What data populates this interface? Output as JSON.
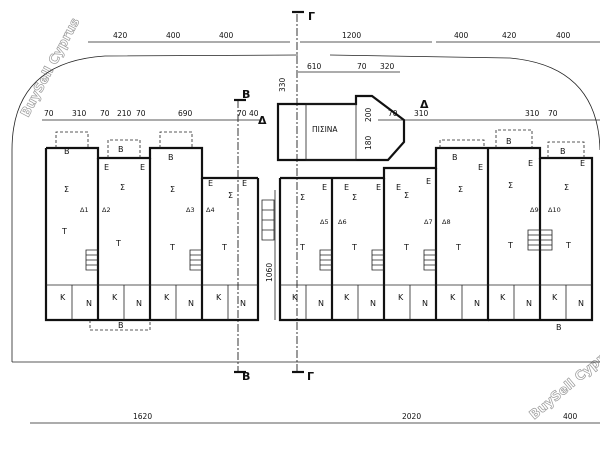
{
  "watermark": {
    "text": "BuySell Cyprus"
  },
  "sections": {
    "b": "B",
    "g": "Γ",
    "d": "Δ"
  },
  "pool": {
    "label": "ΠΙΣΙΝΑ"
  },
  "rooms": {
    "living": "Σ",
    "kitchen": "K",
    "wc": "N",
    "terrace": "T",
    "balcony": "B",
    "entrance": "E"
  },
  "units": [
    "Δ1",
    "Δ2",
    "Δ3",
    "Δ4",
    "Δ5",
    "Δ6",
    "Δ7",
    "Δ8",
    "Δ9",
    "Δ10"
  ],
  "dimensions": {
    "top_left": [
      "420",
      "400",
      "400"
    ],
    "top_center": "1200",
    "top_right": [
      "400",
      "420",
      "400"
    ],
    "upper_left": [
      "70",
      "310",
      "70",
      "210",
      "70",
      "690",
      "70",
      "40"
    ],
    "pool_top": [
      "610",
      "70",
      "320"
    ],
    "pool_side_left": "330",
    "pool_side_right": [
      "200",
      "180"
    ],
    "upper_right": [
      "70",
      "310",
      "310",
      "70"
    ],
    "vertical": "1060",
    "bottom_left": "1620",
    "bottom_center": "2020",
    "bottom_right": "400"
  }
}
